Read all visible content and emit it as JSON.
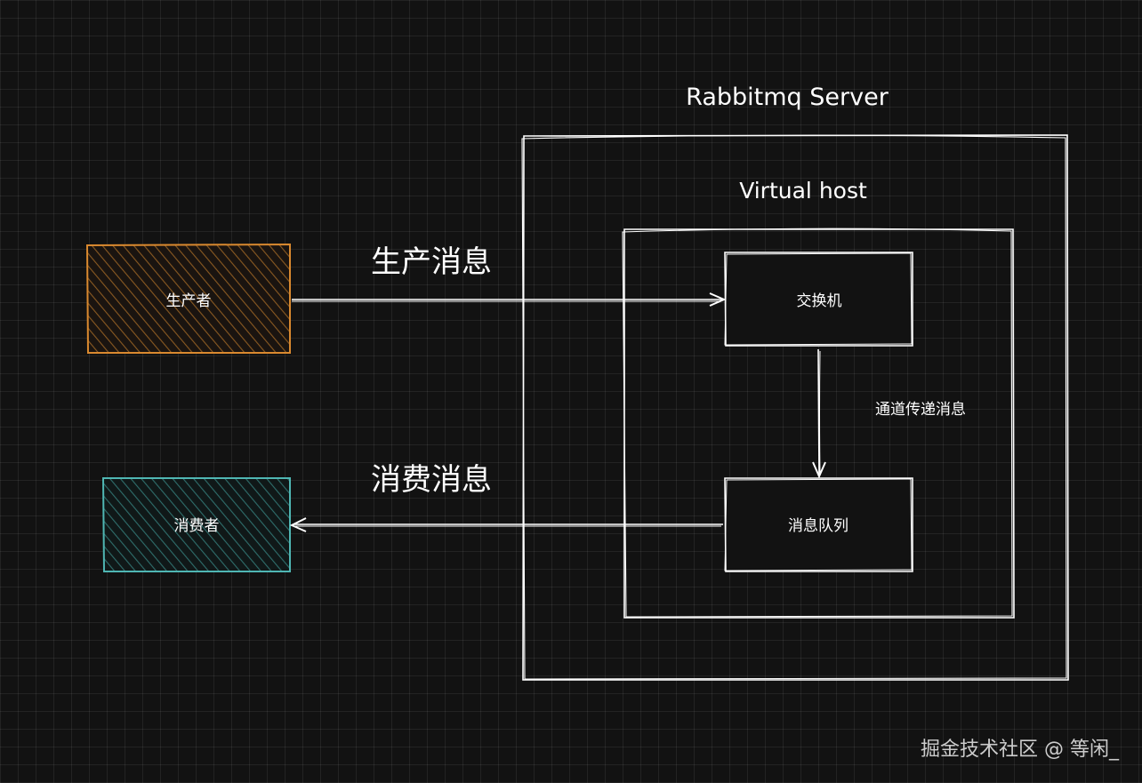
{
  "diagram": {
    "server_title": "Rabbitmq Server",
    "vhost_title": "Virtual host",
    "producer_label": "生产者",
    "consumer_label": "消费者",
    "exchange_label": "交换机",
    "queue_label": "消息队列",
    "produce_edge_label": "生产消息",
    "consume_edge_label": "消费消息",
    "channel_edge_label": "通道传递消息"
  },
  "colors": {
    "background": "#121212",
    "producer_stroke": "#d9892f",
    "consumer_stroke": "#4fb6b3",
    "line": "#ffffff"
  },
  "watermark": "掘金技术社区 @ 等闲_"
}
